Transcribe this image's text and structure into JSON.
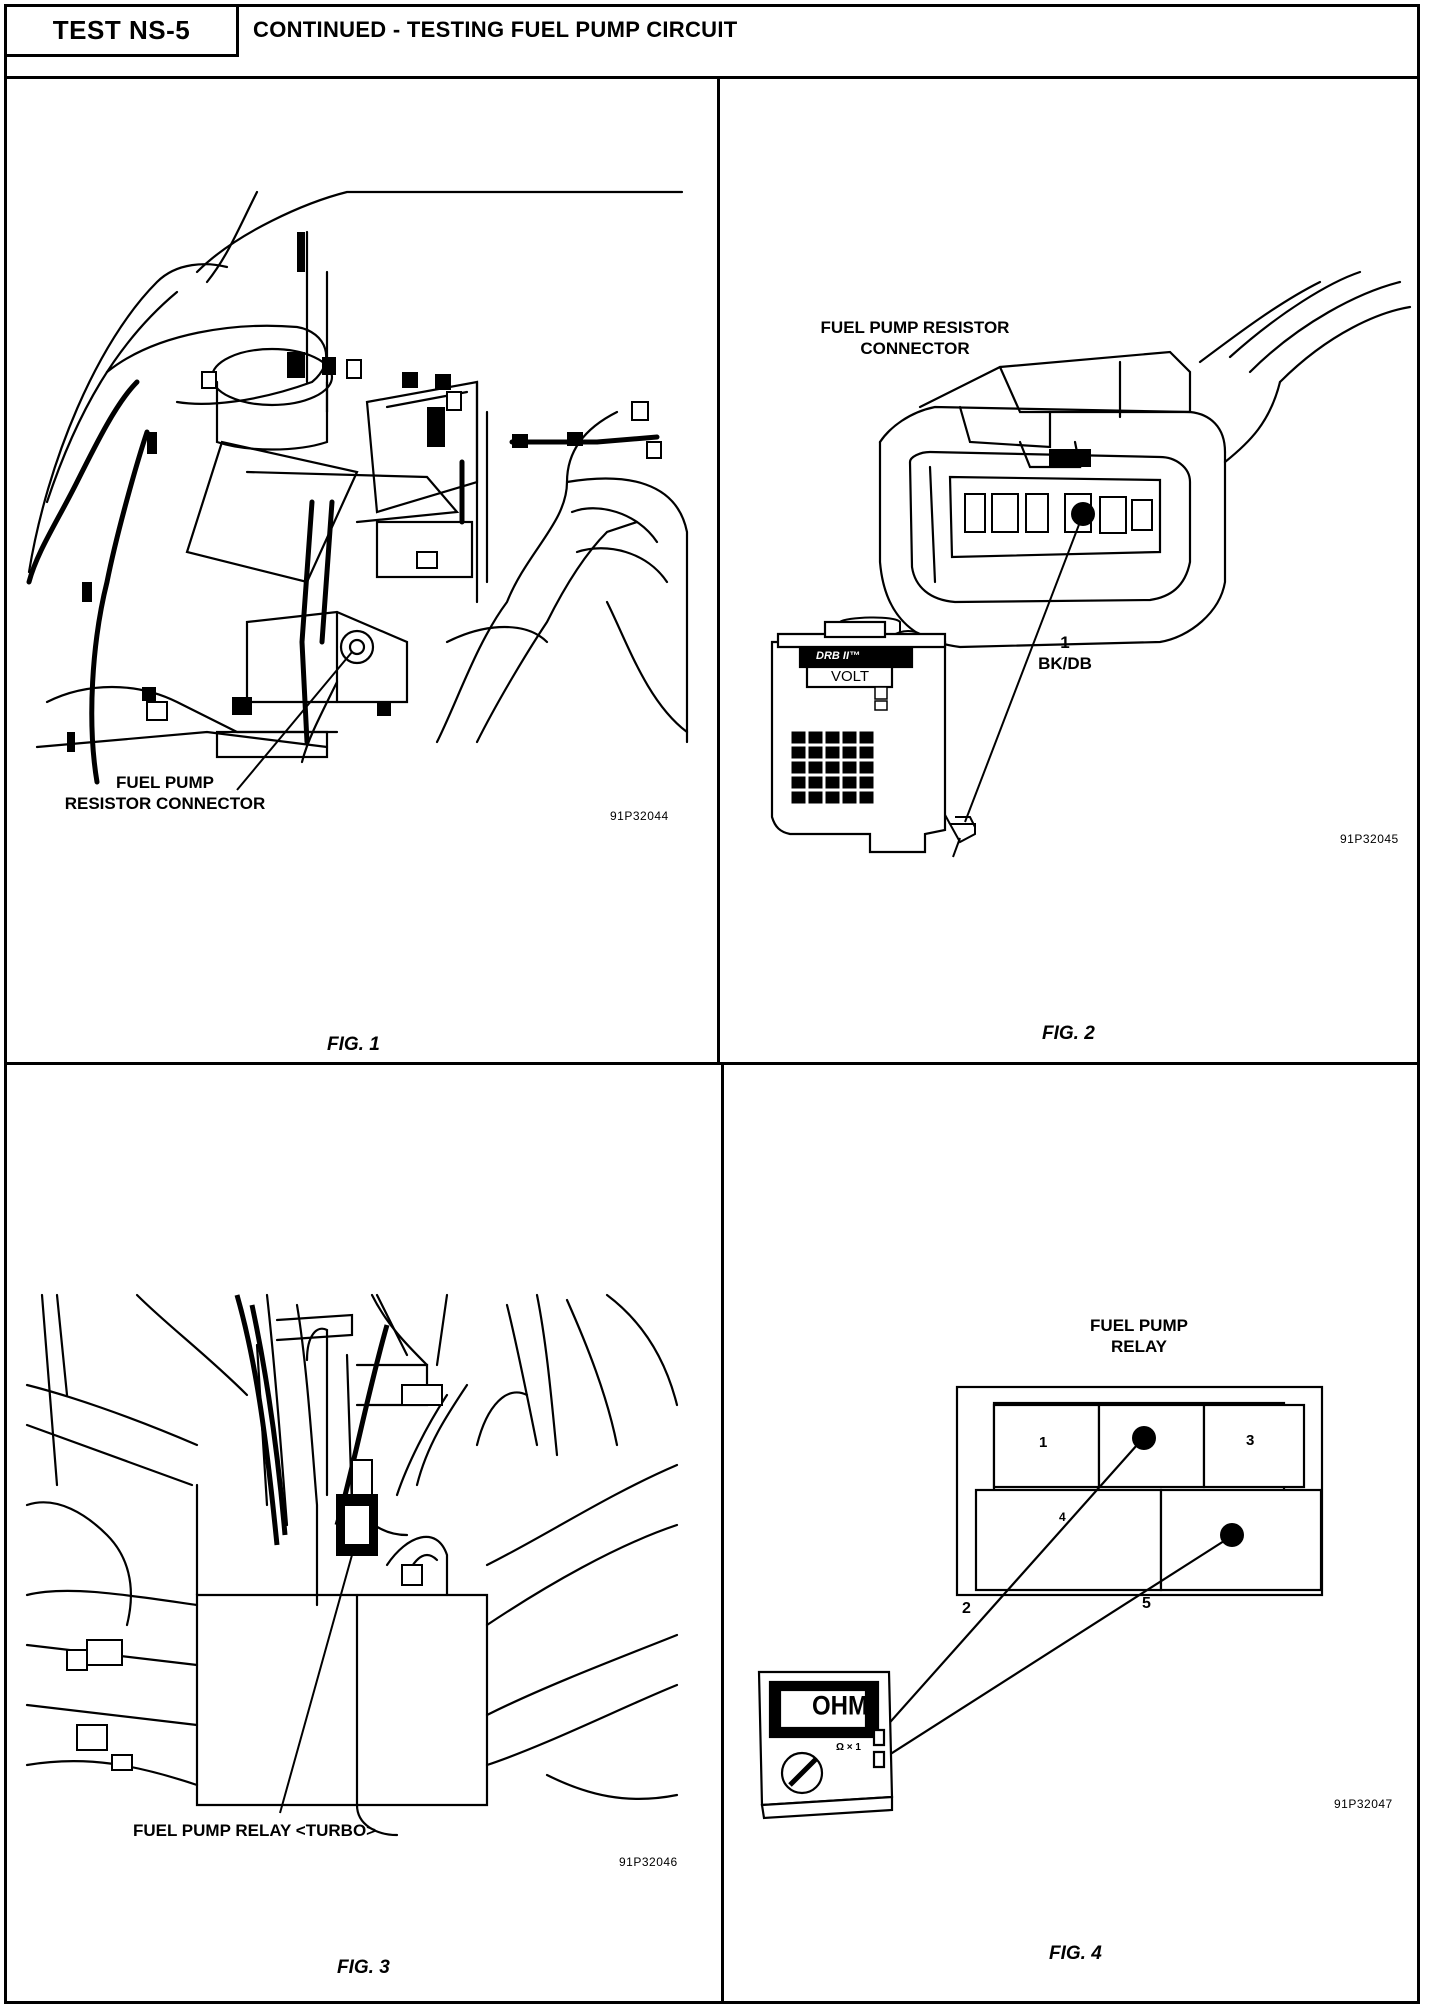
{
  "header": {
    "test_id": "TEST NS-5",
    "title": "CONTINUED - TESTING FUEL PUMP CIRCUIT"
  },
  "fig1": {
    "label_line1": "FUEL PUMP",
    "label_line2": "RESISTOR CONNECTOR",
    "code": "91P32044",
    "caption": "FIG. 1"
  },
  "fig2": {
    "label_line1": "FUEL PUMP RESISTOR",
    "label_line2": "CONNECTOR",
    "pin_number": "1",
    "wire_color": "BK/DB",
    "tester_brand": "DRB II™",
    "tester_display": "VOLT",
    "code": "91P32045",
    "caption": "FIG. 2"
  },
  "fig3": {
    "label": "FUEL PUMP RELAY <TURBO>",
    "code": "91P32046",
    "caption": "FIG. 3"
  },
  "fig4": {
    "label_line1": "FUEL PUMP",
    "label_line2": "RELAY",
    "cavity_1": "1",
    "cavity_3": "3",
    "cavity_4": "4",
    "wire_2": "2",
    "wire_5": "5",
    "meter_display": "OHM",
    "code": "91P32047",
    "caption": "FIG. 4"
  }
}
